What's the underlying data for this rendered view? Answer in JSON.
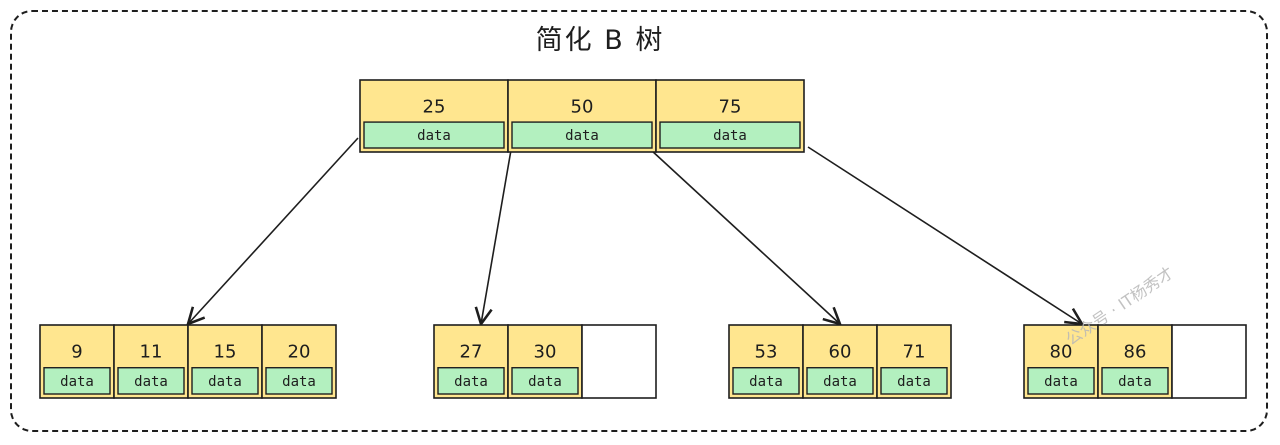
{
  "title": "简化 B 树",
  "root": {
    "keys": [
      "25",
      "50",
      "75"
    ],
    "data_label": "data"
  },
  "leaves": [
    {
      "keys": [
        "9",
        "11",
        "15",
        "20"
      ],
      "empty_slots": 0
    },
    {
      "keys": [
        "27",
        "30"
      ],
      "empty_slots": 1
    },
    {
      "keys": [
        "53",
        "60",
        "71"
      ],
      "empty_slots": 0
    },
    {
      "keys": [
        "80",
        "86"
      ],
      "empty_slots": 1
    }
  ],
  "data_label": "data",
  "watermark": "公众号 · IT杨秀才",
  "colors": {
    "key_cell": "#ffe68f",
    "data_cell": "#b3f0bf",
    "stroke": "#1e1e1e",
    "empty_cell": "#ffffff"
  }
}
